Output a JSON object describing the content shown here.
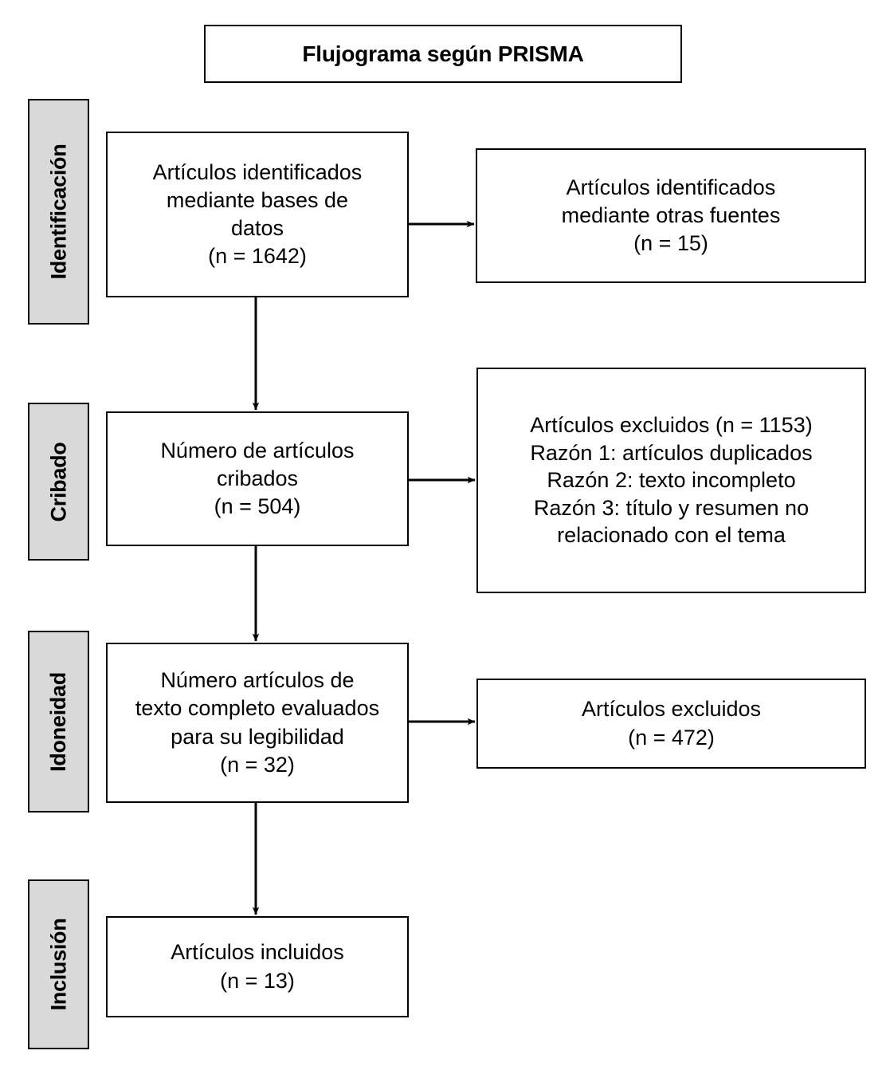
{
  "title": {
    "text": "Flujograma según PRISMA"
  },
  "stages": [
    {
      "label": "Identificación"
    },
    {
      "label": "Cribado"
    },
    {
      "label": "Idoneidad"
    },
    {
      "label": "Inclusión"
    }
  ],
  "boxes": {
    "identified_databases": {
      "lines": [
        "Artículos identificados",
        "mediante bases de",
        "datos",
        "(n = 1642)"
      ],
      "count": 1642
    },
    "identified_other_sources": {
      "lines": [
        "Artículos identificados",
        "mediante otras fuentes",
        "(n = 15)"
      ],
      "count": 15
    },
    "screened": {
      "lines": [
        "Número de artículos",
        "cribados",
        "(n = 504)"
      ],
      "count": 504
    },
    "excluded_screening": {
      "lines": [
        "Artículos excluidos (n = 1153)",
        "Razón 1: artículos duplicados",
        "Razón 2: texto incompleto",
        "Razón 3: título y resumen no",
        "relacionado con el tema"
      ],
      "count": 1153
    },
    "full_text_assessed": {
      "lines": [
        "Número artículos de",
        "texto completo evaluados",
        "para su legibilidad",
        "(n = 32)"
      ],
      "count": 32
    },
    "excluded_eligibility": {
      "lines": [
        "Artículos excluidos",
        "(n = 472)"
      ],
      "count": 472
    },
    "included": {
      "lines": [
        "Artículos incluidos",
        "(n = 13)"
      ],
      "count": 13
    }
  },
  "arrows": [
    {
      "name": "arrow-identified-to-other-sources",
      "direction": "right"
    },
    {
      "name": "arrow-identified-to-screened",
      "direction": "down"
    },
    {
      "name": "arrow-screened-to-excluded",
      "direction": "right"
    },
    {
      "name": "arrow-screened-to-fulltext",
      "direction": "down"
    },
    {
      "name": "arrow-fulltext-to-excluded",
      "direction": "right"
    },
    {
      "name": "arrow-fulltext-to-included",
      "direction": "down"
    }
  ],
  "colors": {
    "stage_fill": "#d9d9d9",
    "box_fill": "#ffffff",
    "stroke": "#000000"
  }
}
